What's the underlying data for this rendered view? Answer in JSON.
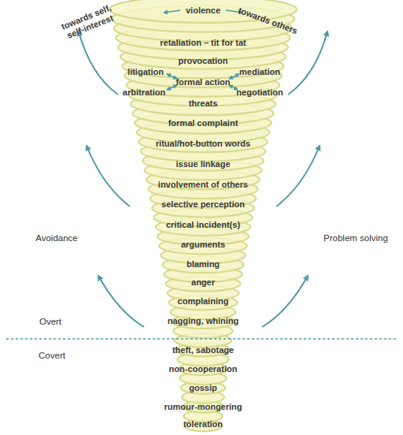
{
  "diagram": {
    "labels": [
      "towards self, self-interest",
      "violence",
      "towards others",
      "retaliation – tit for tat",
      "provocation",
      "litigation",
      "formal action",
      "mediation",
      "arbitration",
      "negotiation",
      "threats",
      "formal complaint",
      "ritual/hot-button words",
      "issue linkage",
      "involvement of others",
      "selective perception",
      "critical incident(s)",
      "arguments",
      "blaming",
      "anger",
      "complaining",
      "nagging, whining",
      "theft, sabotage",
      "non-cooperation",
      "gossip",
      "rumour-mongering",
      "toleration",
      "Avoidance",
      "Problem solving",
      "Overt",
      "Covert"
    ]
  }
}
